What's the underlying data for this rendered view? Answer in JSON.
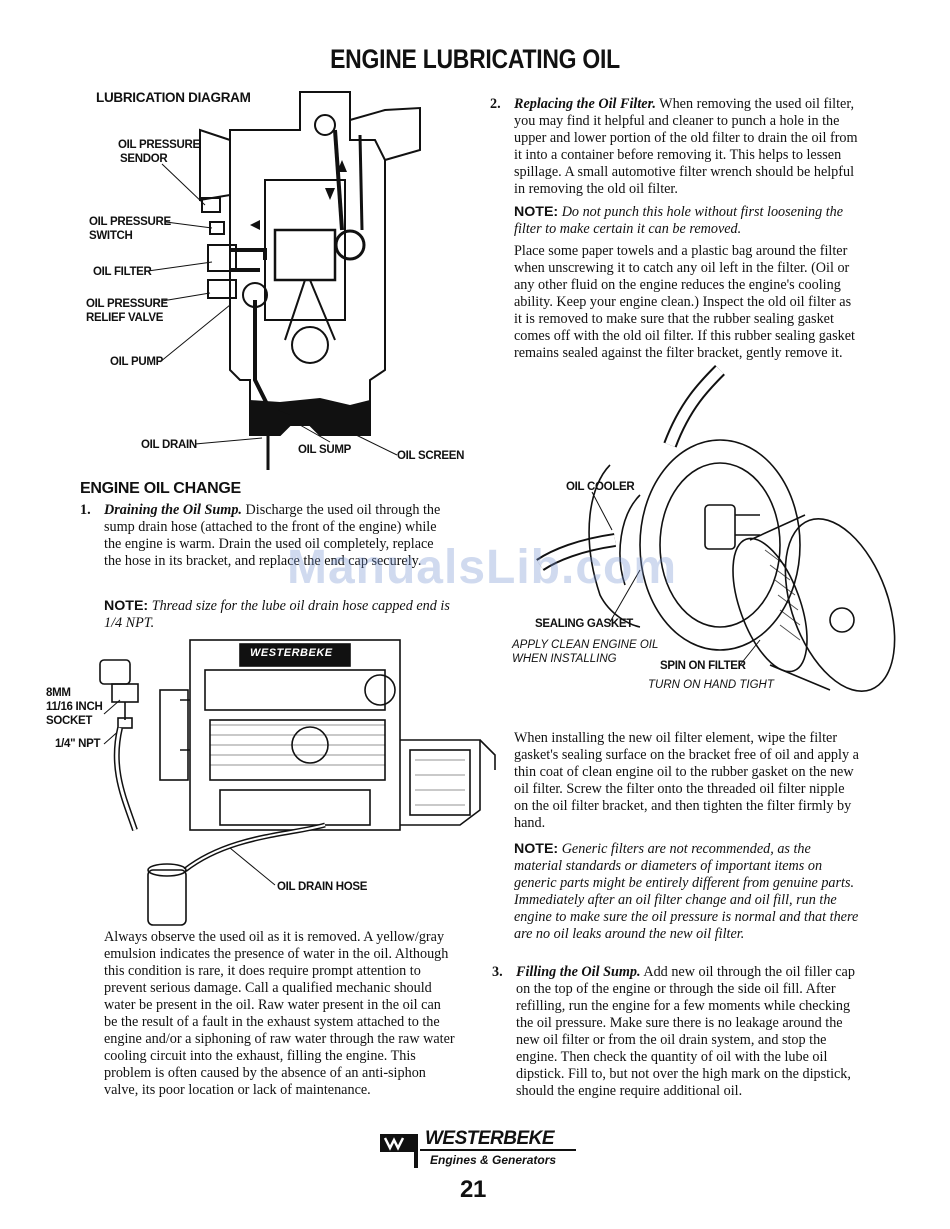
{
  "page": {
    "title": "ENGINE LUBRICATING OIL",
    "page_number": "21",
    "watermark": "ManualsLib.com"
  },
  "lubrication_diagram": {
    "heading": "LUBRICATION DIAGRAM",
    "labels": {
      "oil_pressure_sendor_1": "OIL PRESSURE",
      "oil_pressure_sendor_2": "SENDOR",
      "oil_pressure_switch_1": "OIL PRESSURE",
      "oil_pressure_switch_2": "SWITCH",
      "oil_filter": "OIL FILTER",
      "relief_valve_1": "OIL PRESSURE",
      "relief_valve_2": "RELIEF VALVE",
      "oil_pump": "OIL PUMP",
      "oil_drain": "OIL DRAIN",
      "oil_sump": "OIL SUMP",
      "oil_screen": "OIL SCREEN"
    }
  },
  "oil_change": {
    "heading": "ENGINE OIL CHANGE",
    "step1": {
      "number": "1.",
      "title": "Draining the Oil Sump.",
      "text": " Discharge the used oil through the sump drain hose (attached to the front of the engine) while the engine is warm. Drain the used oil completely, replace the hose in its bracket, and replace the end cap securely."
    },
    "note1": {
      "label": "NOTE:",
      "text": " Thread size for the lube oil drain hose capped end is 1/4 NPT."
    },
    "engine_labels": {
      "socket_1": "8MM",
      "socket_2": "11/16 INCH",
      "socket_3": "SOCKET",
      "npt": "1/4\" NPT",
      "drain_hose": "OIL DRAIN HOSE",
      "brand": "WESTERBEKE"
    },
    "observe_text": "Always observe the used oil as it is removed. A yellow/gray emulsion indicates the presence of water in the oil. Although this condition is rare, it does require prompt attention to prevent serious damage. Call a qualified mechanic should water be present in the oil. Raw water present in the oil can be the result of a fault in the exhaust system attached to the engine and/or a siphoning of raw water through the raw water cooling circuit into the exhaust, filling the engine. This problem is often caused by the absence of an anti-siphon valve, its poor location or lack of maintenance.",
    "step2": {
      "number": "2.",
      "title": "Replacing the Oil Filter.",
      "text": " When removing the used oil filter, you may find it helpful and cleaner to punch a hole in the upper and lower portion of the old filter to drain the oil from it into a container before removing it. This helps to lessen spillage. A small automotive filter wrench should be helpful in removing the old oil filter."
    },
    "note2": {
      "label": "NOTE:",
      "text": " Do not punch this hole without first loosening the filter to make certain it can be removed."
    },
    "towels_text": "Place some paper towels and a plastic bag around the filter when unscrewing it to catch any oil left in the filter. (Oil or any other fluid on the engine reduces the engine's cooling ability. Keep your engine clean.) Inspect the old oil filter as it is removed to make sure that the rubber sealing gasket comes off with the old oil filter. If this rubber sealing gasket remains sealed against the filter bracket, gently remove it.",
    "filter_labels": {
      "oil_cooler": "OIL COOLER",
      "sealing_gasket": "SEALING GASKET",
      "apply_1": "APPLY CLEAN ENGINE OIL",
      "apply_2": "WHEN INSTALLING",
      "spin_on": "SPIN ON FILTER",
      "turn_on": "TURN ON HAND TIGHT"
    },
    "install_text": "When installing the new oil filter element, wipe the filter gasket's sealing surface on the bracket free of oil and apply a thin coat of clean engine oil to the rubber gasket on the new oil filter. Screw the filter onto the threaded oil filter nipple on the oil filter bracket, and then tighten the filter firmly by hand.",
    "note3": {
      "label": "NOTE:",
      "text": " Generic filters are not recommended, as the material standards or diameters of important items on generic parts might be entirely different from genuine parts. Immediately after an oil filter change and oil fill, run the engine to make sure the oil pressure is normal and that there are no oil leaks around the new oil filter."
    },
    "step3": {
      "number": "3.",
      "title": "Filling the Oil Sump.",
      "text": " Add new oil through the oil filler cap on the top of the engine or through the side oil fill. After refilling, run the engine for a few moments while checking the oil pressure. Make sure there is no leakage around the new oil filter or from the oil drain system, and stop the engine. Then check the quantity of oil with the lube oil dipstick. Fill to, but not over the high mark on the dipstick, should the engine require additional oil."
    }
  },
  "footer": {
    "brand": "WESTERBEKE",
    "tagline": "Engines & Generators"
  }
}
